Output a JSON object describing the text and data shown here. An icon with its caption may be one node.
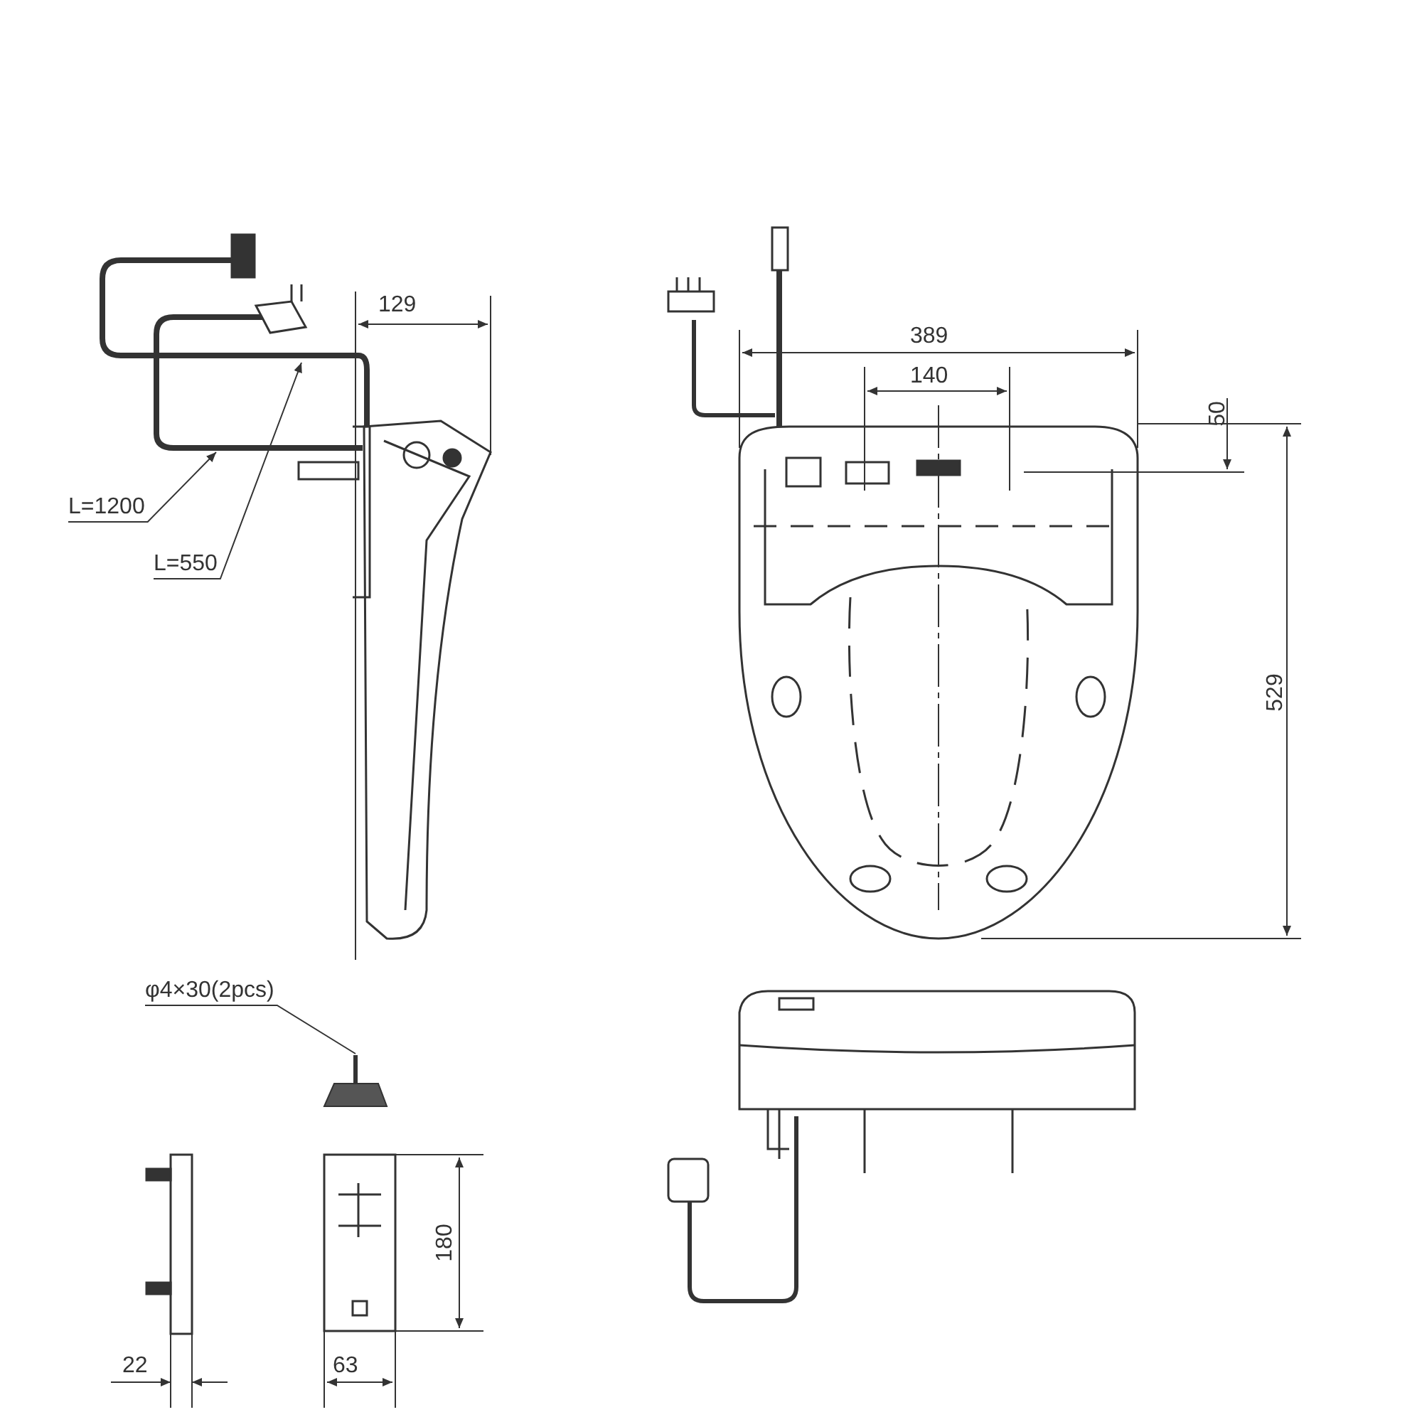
{
  "diagram": {
    "nodes": [
      {
        "text": [
          "L=1200"
        ]
      },
      {
        "text": [
          "L=550"
        ]
      },
      {
        "text": [
          "φ4×30(2pcs)"
        ]
      },
      {
        "text": [],
        "shape": "picture"
      }
    ],
    "edges": [
      {
        "from": 0,
        "to": null,
        "arrow": "to"
      },
      {
        "from": 1,
        "to": null,
        "arrow": "to"
      },
      {
        "from": 2,
        "to": 3,
        "arrow": "none"
      }
    ],
    "labels": [
      "129",
      "389",
      "140",
      "50",
      "529",
      "180",
      "22",
      "63"
    ]
  }
}
